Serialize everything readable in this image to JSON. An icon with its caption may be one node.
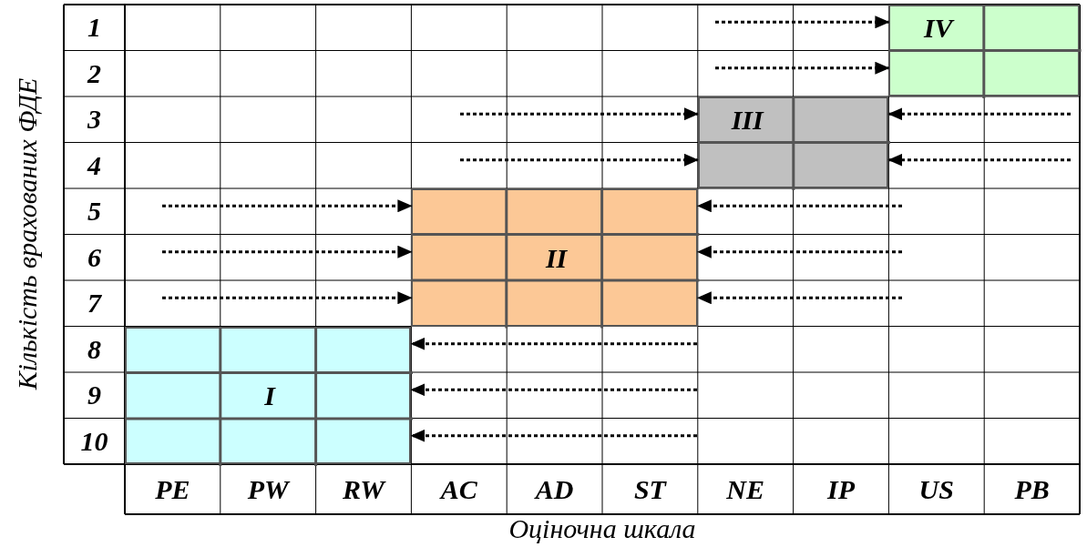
{
  "diagram": {
    "nodes": [
      {
        "text": [
          "I"
        ]
      },
      {
        "text": [
          "II"
        ]
      },
      {
        "text": [
          "III"
        ]
      },
      {
        "text": [
          "IV"
        ]
      }
    ],
    "edges": [
      {
        "from": null,
        "to": 3,
        "arrow": "to",
        "style": "dashed"
      },
      {
        "from": null,
        "to": 3,
        "arrow": "to",
        "style": "dashed"
      },
      {
        "from": null,
        "to": 2,
        "arrow": "to",
        "style": "dashed"
      },
      {
        "from": null,
        "to": 2,
        "arrow": "to",
        "style": "dashed"
      },
      {
        "from": null,
        "to": 2,
        "arrow": "to",
        "style": "dashed"
      },
      {
        "from": null,
        "to": 2,
        "arrow": "to",
        "style": "dashed"
      },
      {
        "from": null,
        "to": 1,
        "arrow": "to",
        "style": "dashed"
      },
      {
        "from": null,
        "to": 1,
        "arrow": "to",
        "style": "dashed"
      },
      {
        "from": null,
        "to": 1,
        "arrow": "to",
        "style": "dashed"
      },
      {
        "from": null,
        "to": 1,
        "arrow": "to",
        "style": "dashed"
      },
      {
        "from": null,
        "to": 1,
        "arrow": "to",
        "style": "dashed"
      },
      {
        "from": null,
        "to": 1,
        "arrow": "to",
        "style": "dashed"
      },
      {
        "from": null,
        "to": 0,
        "arrow": "to",
        "style": "dashed"
      },
      {
        "from": null,
        "to": 0,
        "arrow": "to",
        "style": "dashed"
      },
      {
        "from": null,
        "to": 0,
        "arrow": "to",
        "style": "dashed"
      }
    ],
    "labels": [
      "Кількість врахованих ФДЕ",
      "1",
      "2",
      "3",
      "4",
      "5",
      "6",
      "7",
      "8",
      "9",
      "10",
      "PE",
      "PW",
      "RW",
      "AC",
      "AD",
      "ST",
      "NE",
      "IP",
      "US",
      "PB",
      "Оціночна шкала"
    ]
  }
}
